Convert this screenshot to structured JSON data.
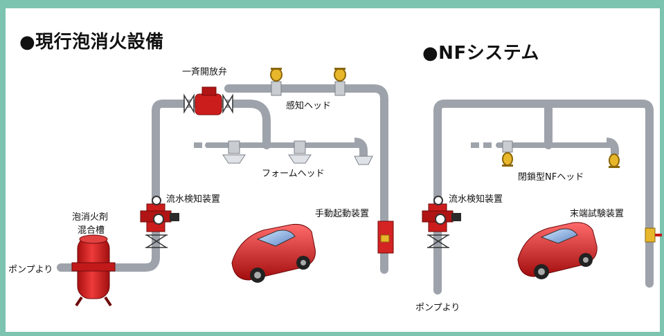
{
  "left": {
    "title": "●現行泡消火設備",
    "labels": {
      "valve": "一斉開放弁",
      "sensor": "感知ヘッド",
      "foam_head": "フォームヘッド",
      "flow_detector": "流水検知装置",
      "tank_line1": "泡消火剤",
      "tank_line2": "混合槽",
      "manual": "手動起動装置",
      "pump": "ポンプより"
    }
  },
  "right": {
    "title": "●NFシステム",
    "labels": {
      "flow_detector": "流水検知装置",
      "nf_head": "閉鎖型NFヘッド",
      "end_test": "末端試験装置",
      "pump": "ポンプより"
    }
  },
  "colors": {
    "pipe": "#9ea3ab",
    "valve_red": "#cc1d1d",
    "car_red": "#d31b1b",
    "frame": "#7cc3b0"
  }
}
